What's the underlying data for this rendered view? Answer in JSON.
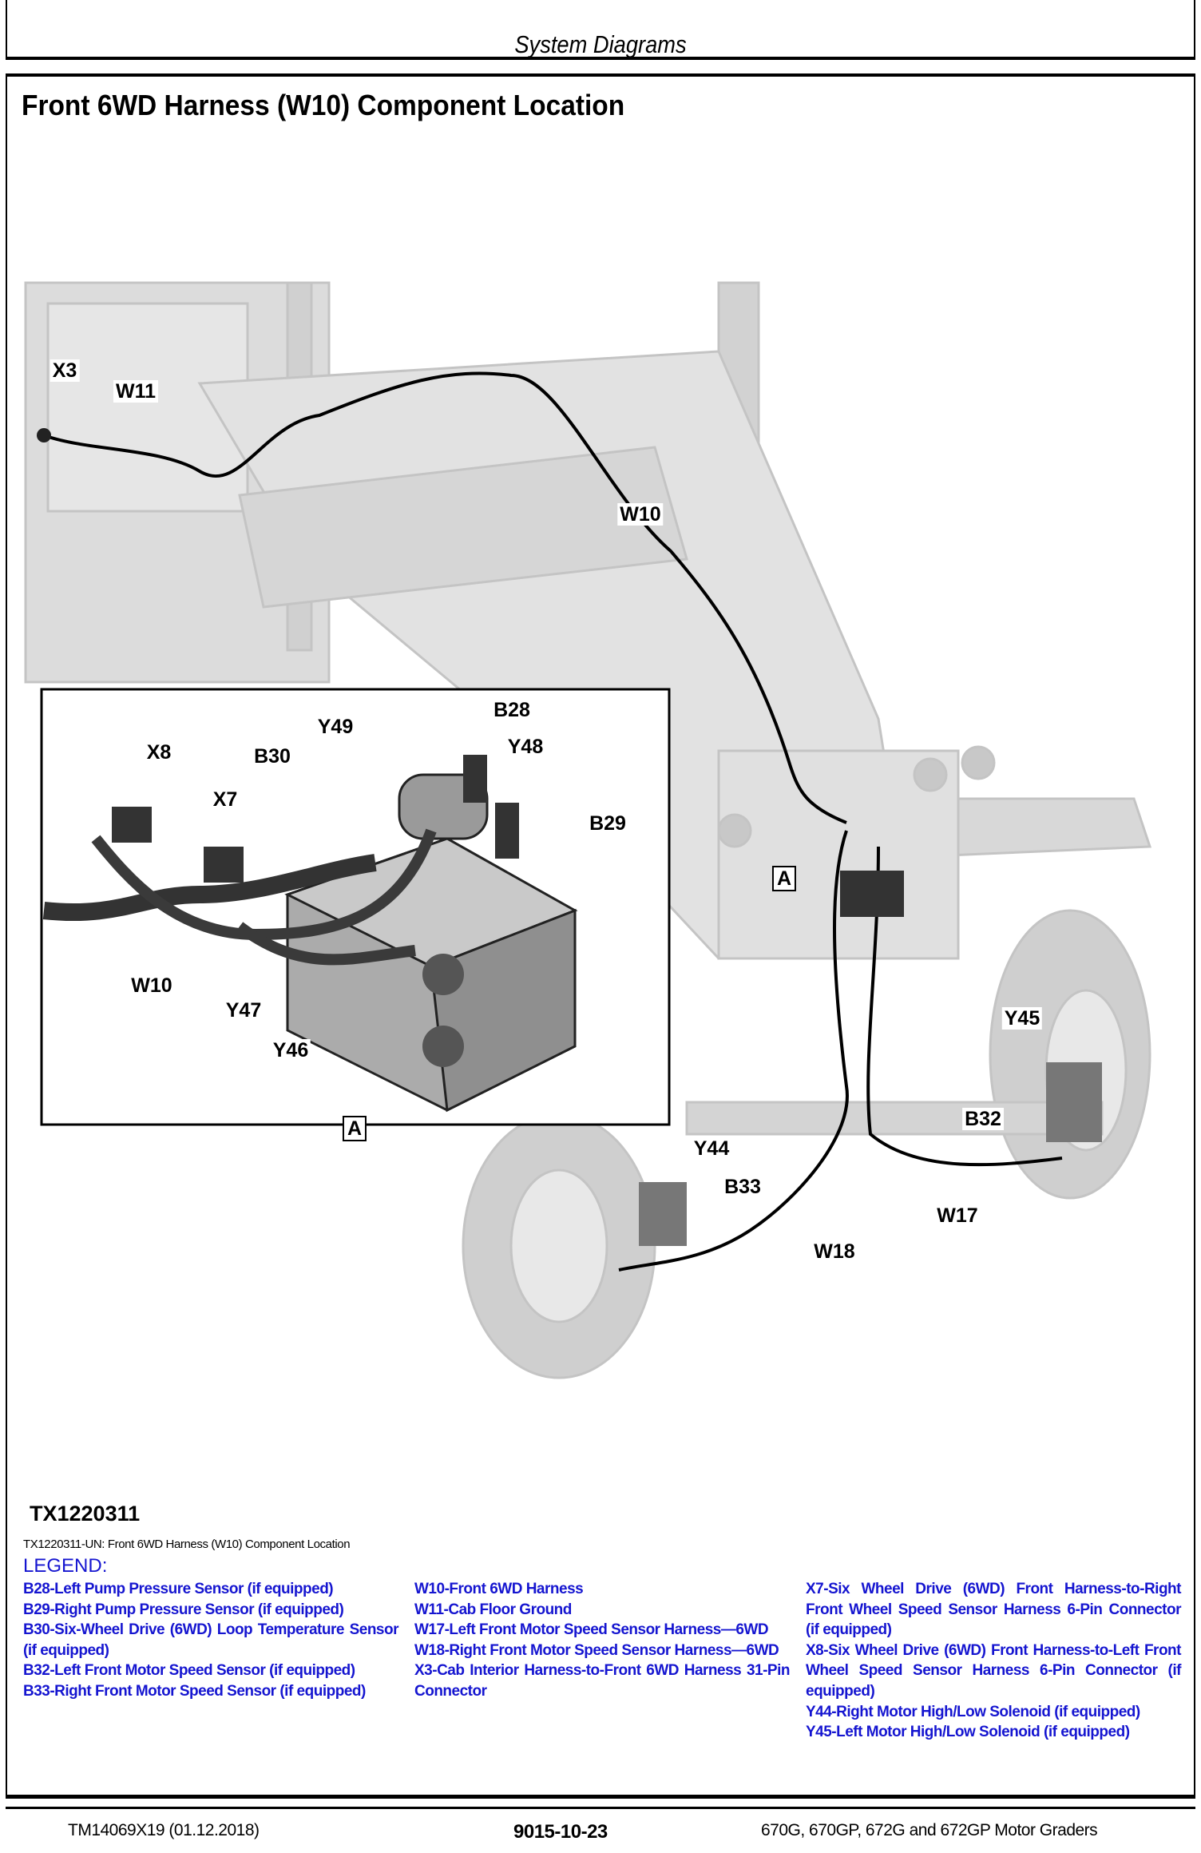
{
  "header": {
    "section": "System Diagrams"
  },
  "title": "Front 6WD Harness (W10) Component Location",
  "figure": {
    "labels": {
      "X3": "X3",
      "W11": "W11",
      "W10": "W10",
      "B28": "B28",
      "Y49": "Y49",
      "Y48": "Y48",
      "X8": "X8",
      "B30": "B30",
      "X7": "X7",
      "B29": "B29",
      "A_detail": "A",
      "W10_inset": "W10",
      "Y47": "Y47",
      "Y45": "Y45",
      "Y46": "Y46",
      "B32": "B32",
      "A_inset": "A",
      "Y44": "Y44",
      "B33": "B33",
      "W17": "W17",
      "W18": "W18"
    },
    "id": "TX1220311",
    "caption": "TX1220311-UN: Front 6WD Harness (W10) Component Location"
  },
  "legend": {
    "heading": "LEGEND:",
    "columns": [
      [
        "B28-Left Pump Pressure Sensor (if equipped)",
        "B29-Right Pump Pressure Sensor (if equipped)",
        "B30-Six-Wheel Drive (6WD) Loop Temperature Sensor (if equipped)",
        "B32-Left Front Motor Speed Sensor (if equipped)",
        "B33-Right Front Motor Speed Sensor (if equipped)"
      ],
      [
        "W10-Front 6WD Harness",
        "W11-Cab Floor Ground",
        "W17-Left Front Motor Speed Sensor Harness—6WD",
        "W18-Right Front Motor Speed Sensor Harness—6WD",
        "X3-Cab Interior Harness-to-Front 6WD Harness 31-Pin Connector"
      ],
      [
        "X7-Six Wheel Drive (6WD) Front Harness-to-Right Front Wheel Speed Sensor Harness 6-Pin Connector (if equipped)",
        "X8-Six Wheel Drive (6WD) Front Harness-to-Left Front Wheel Speed Sensor Harness 6-Pin Connector (if equipped)",
        "Y44-Right Motor High/Low Solenoid (if equipped)",
        "Y45-Left Motor High/Low Solenoid (if equipped)"
      ]
    ]
  },
  "footer": {
    "doc": "TM14069X19 (01.12.2018)",
    "page": "9015-10-23",
    "models": "670G, 670GP, 672G and 672GP Motor Graders"
  }
}
